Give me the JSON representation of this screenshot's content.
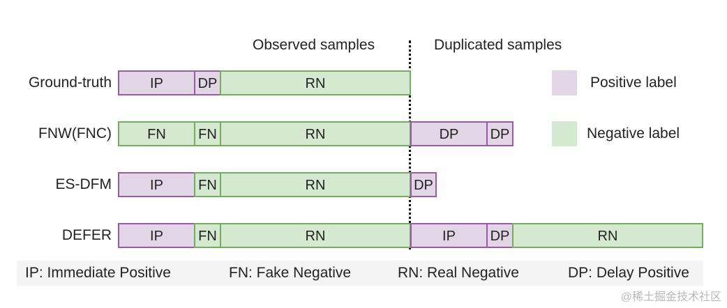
{
  "headers": {
    "observed": "Observed samples",
    "duplicated": "Duplicated samples"
  },
  "rows": [
    {
      "label": "Ground-truth",
      "segments": [
        "IP",
        "DP",
        "RN"
      ]
    },
    {
      "label": "FNW(FNC)",
      "segments": [
        "FN",
        "FN",
        "RN",
        "DP",
        "DP"
      ]
    },
    {
      "label": "ES-DFM",
      "segments": [
        "IP",
        "FN",
        "RN",
        "DP"
      ]
    },
    {
      "label": "DEFER",
      "segments": [
        "IP",
        "FN",
        "RN",
        "IP",
        "DP",
        "RN"
      ]
    }
  ],
  "legend": {
    "positive": "Positive label",
    "negative": "Negative label",
    "positive_color": "#e2d5e6",
    "negative_color": "#d5e9d0"
  },
  "footer": {
    "ip": "IP: Immediate Positive",
    "fn": "FN: Fake Negative",
    "rn": "RN: Real Negative",
    "dp": "DP: Delay Positive"
  },
  "watermark": "@稀土掘金技术社区"
}
